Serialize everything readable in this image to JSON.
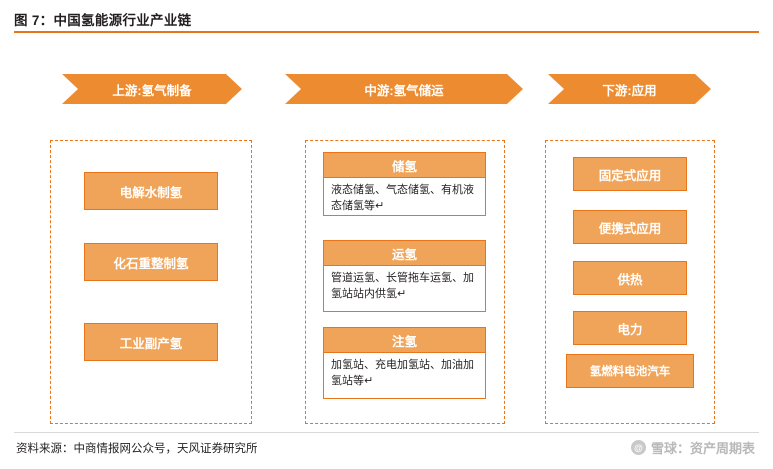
{
  "header": {
    "title": "图 7：中国氢能源行业产业链"
  },
  "footer": {
    "source": "资料来源：中商情报网公众号，天风证券研究所",
    "watermark_mark": "@",
    "watermark_text": "雪球：资产周期表"
  },
  "columns": [
    {
      "banner": "上游:氢气制备",
      "items": [
        {
          "label": "电解水制氢"
        },
        {
          "label": "化石重整制氢"
        },
        {
          "label": "工业副产氢"
        }
      ]
    },
    {
      "banner": "中游:氢气储运",
      "cards": [
        {
          "head": "储氢",
          "body": "液态储氢、气态储氢、有机液态储氢等↵"
        },
        {
          "head": "运氢",
          "body": "管道运氢、长管拖车运氢、加氢站站内供氢↵"
        },
        {
          "head": "注氢",
          "body": "加氢站、充电加氢站、加油加氢站等↵"
        }
      ]
    },
    {
      "banner": "下游:应用",
      "items": [
        {
          "label": "固定式应用"
        },
        {
          "label": "便携式应用"
        },
        {
          "label": "供热"
        },
        {
          "label": "电力"
        },
        {
          "label": "氢燃料电池汽车"
        }
      ]
    }
  ]
}
